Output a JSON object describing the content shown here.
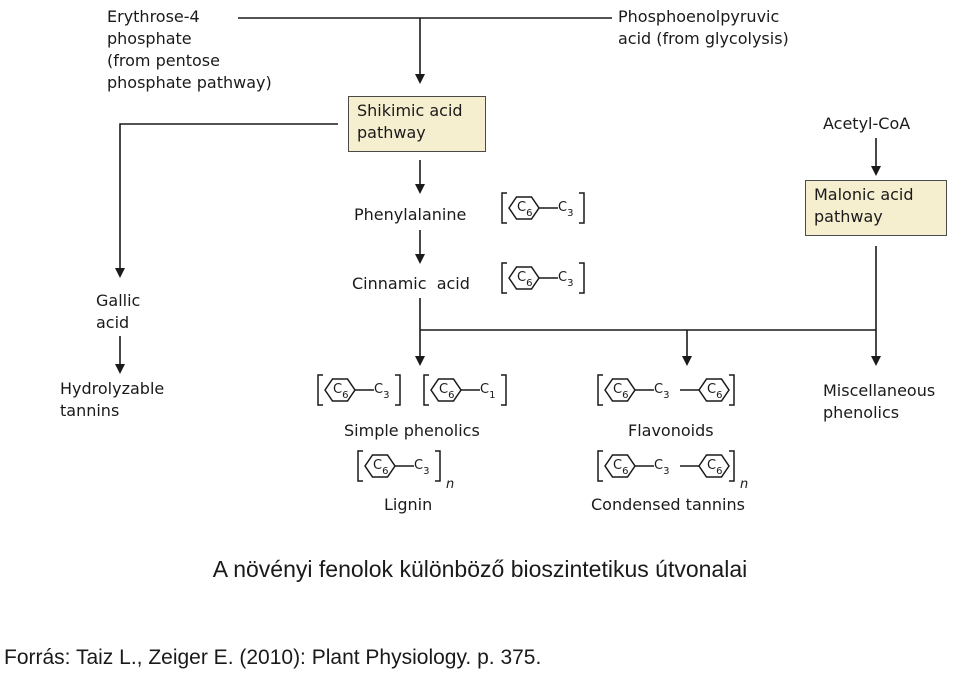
{
  "sources": {
    "erythrose": "Erythrose-4\nphosphate\n(from pentose\nphosphate pathway)",
    "pep": "Phosphoenolpyruvic\nacid (from glycolysis)",
    "acetyl": "Acetyl-CoA"
  },
  "pathways": {
    "shikimic": "Shikimic acid\npathway",
    "malonic": "Malonic acid\npathway"
  },
  "intermediates": {
    "phenylalanine": "Phenylalanine",
    "cinnamic": "Cinnamic  acid",
    "gallic": "Gallic\nacid"
  },
  "products": {
    "hydrolyzable": "Hydrolyzable\ntannins",
    "simple": "Simple phenolics",
    "lignin": "Lignin",
    "flavonoids": "Flavonoids",
    "condensed": "Condensed tannins",
    "misc": "Miscellaneous\nphenolics"
  },
  "formula_tokens": {
    "c6": "C6",
    "c3": "C3",
    "c1": "C1",
    "n": "n"
  },
  "caption": "A növényi fenolok különböző bioszintetikus útvonalai",
  "source": "Forrás: Taiz L., Zeiger E. (2010): Plant Physiology. p. 375."
}
